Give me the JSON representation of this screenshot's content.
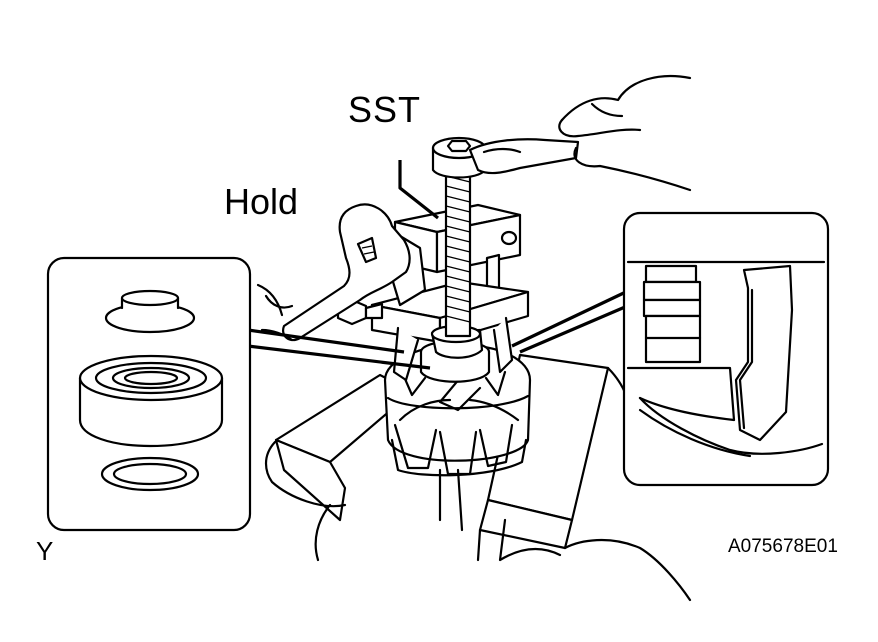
{
  "labels": {
    "sst": "SST",
    "hold": "Hold",
    "corner_mark": "Y",
    "figure_code": "A075678E01"
  }
}
